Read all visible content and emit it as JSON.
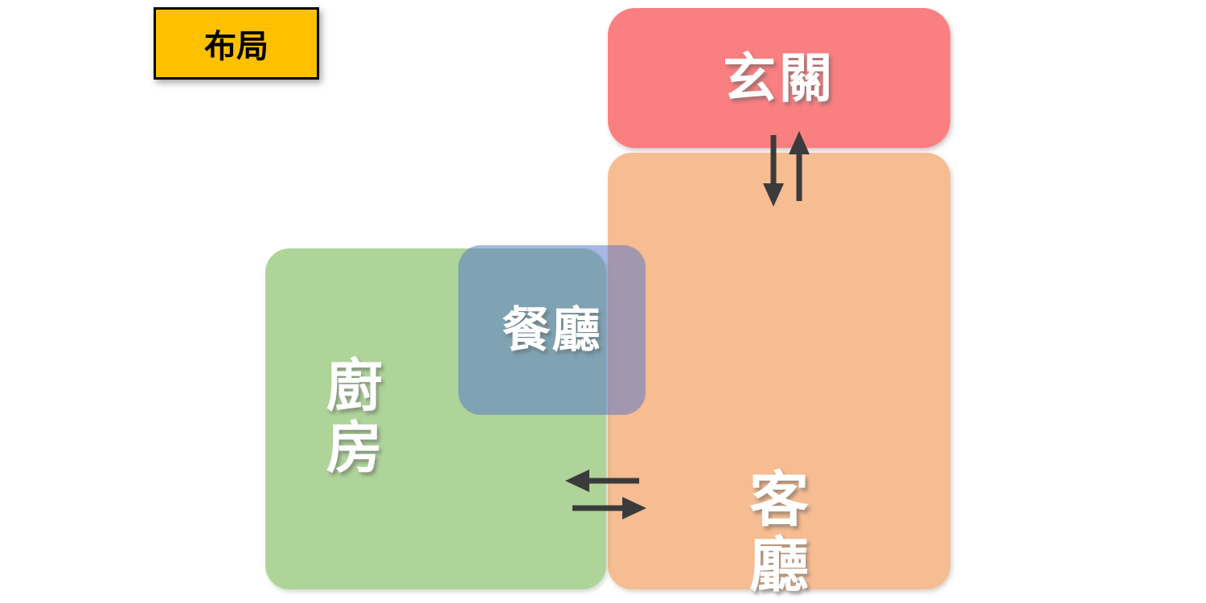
{
  "title": {
    "label": "布局"
  },
  "colors": {
    "title_bg": "#FFC000",
    "title_border": "#000000",
    "title_text": "#000000",
    "entrance": "#FA7F81",
    "living": "#F6BC92",
    "kitchen": "#AED49A",
    "dining": "rgba(80,114,204,0.5)",
    "room_label_text": "#FFFFFF",
    "arrow": "#3B3B3B"
  },
  "rooms": {
    "entrance": {
      "label": "玄關"
    },
    "living": {
      "label": "客廳"
    },
    "kitchen": {
      "label": "廚房"
    },
    "dining": {
      "label": "餐廳"
    }
  },
  "arrows": {
    "entrance_living": {
      "directions": [
        "down",
        "up"
      ]
    },
    "kitchen_living": {
      "directions": [
        "left",
        "right"
      ]
    }
  }
}
